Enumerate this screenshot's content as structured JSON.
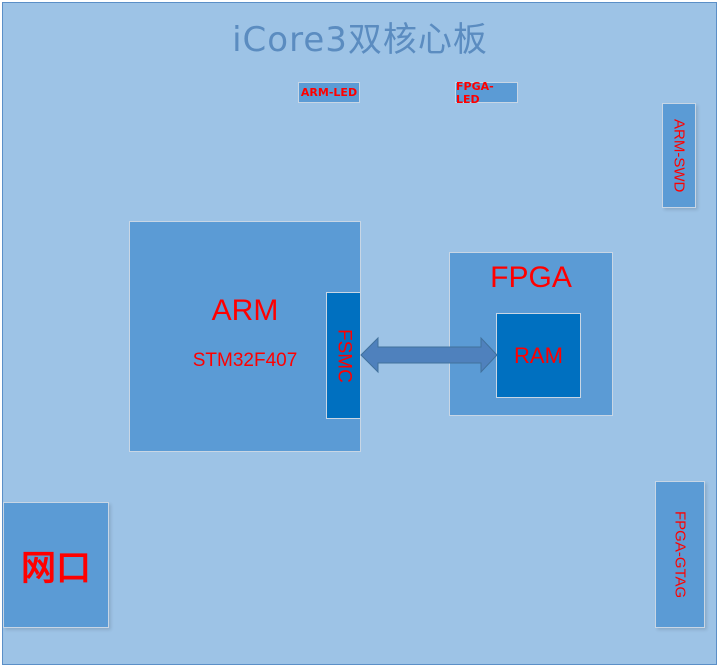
{
  "title": "iCore3双核心板",
  "colors": {
    "board": "#9dc3e6",
    "block": "#5b9bd5",
    "dark_block": "#0070c0",
    "label": "#ff0000",
    "title": "#5b8cc0",
    "arrow": "#4f81bd"
  },
  "labels": {
    "arm_led": "ARM-LED",
    "fpga_led": "FPGA-LED",
    "arm_swd": "ARM-SWD",
    "arm": "ARM",
    "arm_chip": "STM32F407",
    "fsmc": "FSMC",
    "fpga": "FPGA",
    "ram": "RAM",
    "ethernet": "网口",
    "fpga_jtag": "FPGA-GTAG"
  },
  "connections": [
    {
      "from": "FSMC",
      "to": "RAM",
      "type": "bidirectional"
    }
  ]
}
